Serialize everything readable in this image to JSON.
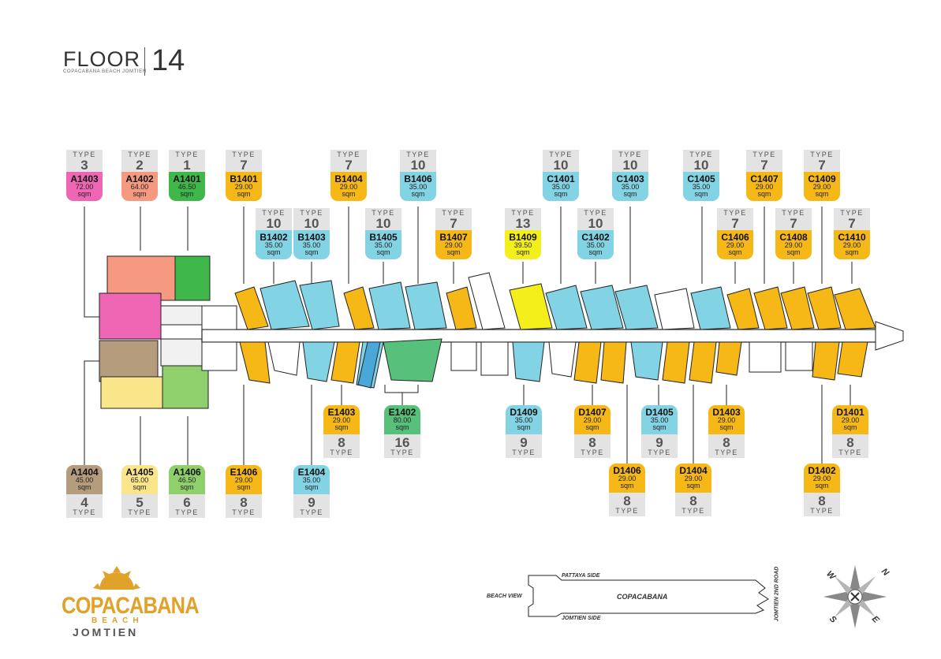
{
  "header": {
    "floor_word": "FLOOR",
    "floor_number": "14",
    "subtitle": "COPACABANA BEACH JOMTIEN"
  },
  "type_word": "TYPE",
  "area_unit": "sqm",
  "colors": {
    "type1": "#3fb74a",
    "type2": "#f59a80",
    "type3": "#ef66b4",
    "type4": "#b59c7c",
    "type5": "#fbe58a",
    "type6": "#8fd06c",
    "type7_8": "#f6b817",
    "type9_10": "#82d3e4",
    "type13": "#f4ef1a",
    "type16": "#57c07a"
  },
  "units_top": [
    {
      "id": "A1403",
      "type": "3",
      "size": "72.00"
    },
    {
      "id": "A1402",
      "type": "2",
      "size": "64.00"
    },
    {
      "id": "A1401",
      "type": "1",
      "size": "46.50"
    },
    {
      "id": "B1401",
      "type": "7",
      "size": "29.00"
    },
    {
      "id": "B1402",
      "type": "10",
      "size": "35.00"
    },
    {
      "id": "B1403",
      "type": "10",
      "size": "35.00"
    },
    {
      "id": "B1404",
      "type": "7",
      "size": "29.00"
    },
    {
      "id": "B1405",
      "type": "10",
      "size": "35.00"
    },
    {
      "id": "B1406",
      "type": "10",
      "size": "35.00"
    },
    {
      "id": "B1407",
      "type": "7",
      "size": "29.00"
    },
    {
      "id": "B1409",
      "type": "13",
      "size": "39.50"
    },
    {
      "id": "C1401",
      "type": "10",
      "size": "35.00"
    },
    {
      "id": "C1402",
      "type": "10",
      "size": "35.00"
    },
    {
      "id": "C1403",
      "type": "10",
      "size": "35.00"
    },
    {
      "id": "C1405",
      "type": "10",
      "size": "35.00"
    },
    {
      "id": "C1406",
      "type": "7",
      "size": "29.00"
    },
    {
      "id": "C1407",
      "type": "7",
      "size": "29.00"
    },
    {
      "id": "C1408",
      "type": "7",
      "size": "29.00"
    },
    {
      "id": "C1409",
      "type": "7",
      "size": "29.00"
    },
    {
      "id": "C1410",
      "type": "7",
      "size": "29.00"
    }
  ],
  "units_bottom": [
    {
      "id": "E1403",
      "type": "8",
      "size": "29.00"
    },
    {
      "id": "E1402",
      "type": "16",
      "size": "80.00"
    },
    {
      "id": "D1409",
      "type": "9",
      "size": "35.00"
    },
    {
      "id": "D1407",
      "type": "8",
      "size": "29.00"
    },
    {
      "id": "D1405",
      "type": "9",
      "size": "35.00"
    },
    {
      "id": "D1403",
      "type": "8",
      "size": "29.00"
    },
    {
      "id": "D1401",
      "type": "8",
      "size": "29.00"
    },
    {
      "id": "A1404",
      "type": "4",
      "size": "45.00"
    },
    {
      "id": "A1405",
      "type": "5",
      "size": "65.00"
    },
    {
      "id": "A1406",
      "type": "6",
      "size": "46.50"
    },
    {
      "id": "E1406",
      "type": "8",
      "size": "29.00"
    },
    {
      "id": "E1404",
      "type": "9",
      "size": "35.00"
    },
    {
      "id": "D1406",
      "type": "8",
      "size": "29.00"
    },
    {
      "id": "D1404",
      "type": "8",
      "size": "29.00"
    },
    {
      "id": "D1402",
      "type": "8",
      "size": "29.00"
    }
  ],
  "key_plan": {
    "pattaya": "PATTAYA SIDE",
    "beach": "BEACH VIEW",
    "name": "COPACABANA",
    "jomtien": "JOMTIEN SIDE",
    "road": "JOMTIEN 2ND ROAD"
  },
  "compass": {
    "n": "N",
    "e": "E",
    "s": "S",
    "w": "W"
  },
  "logo": {
    "name": "COPACABANA",
    "beach": "BEACH",
    "area": "JOMTIEN"
  }
}
